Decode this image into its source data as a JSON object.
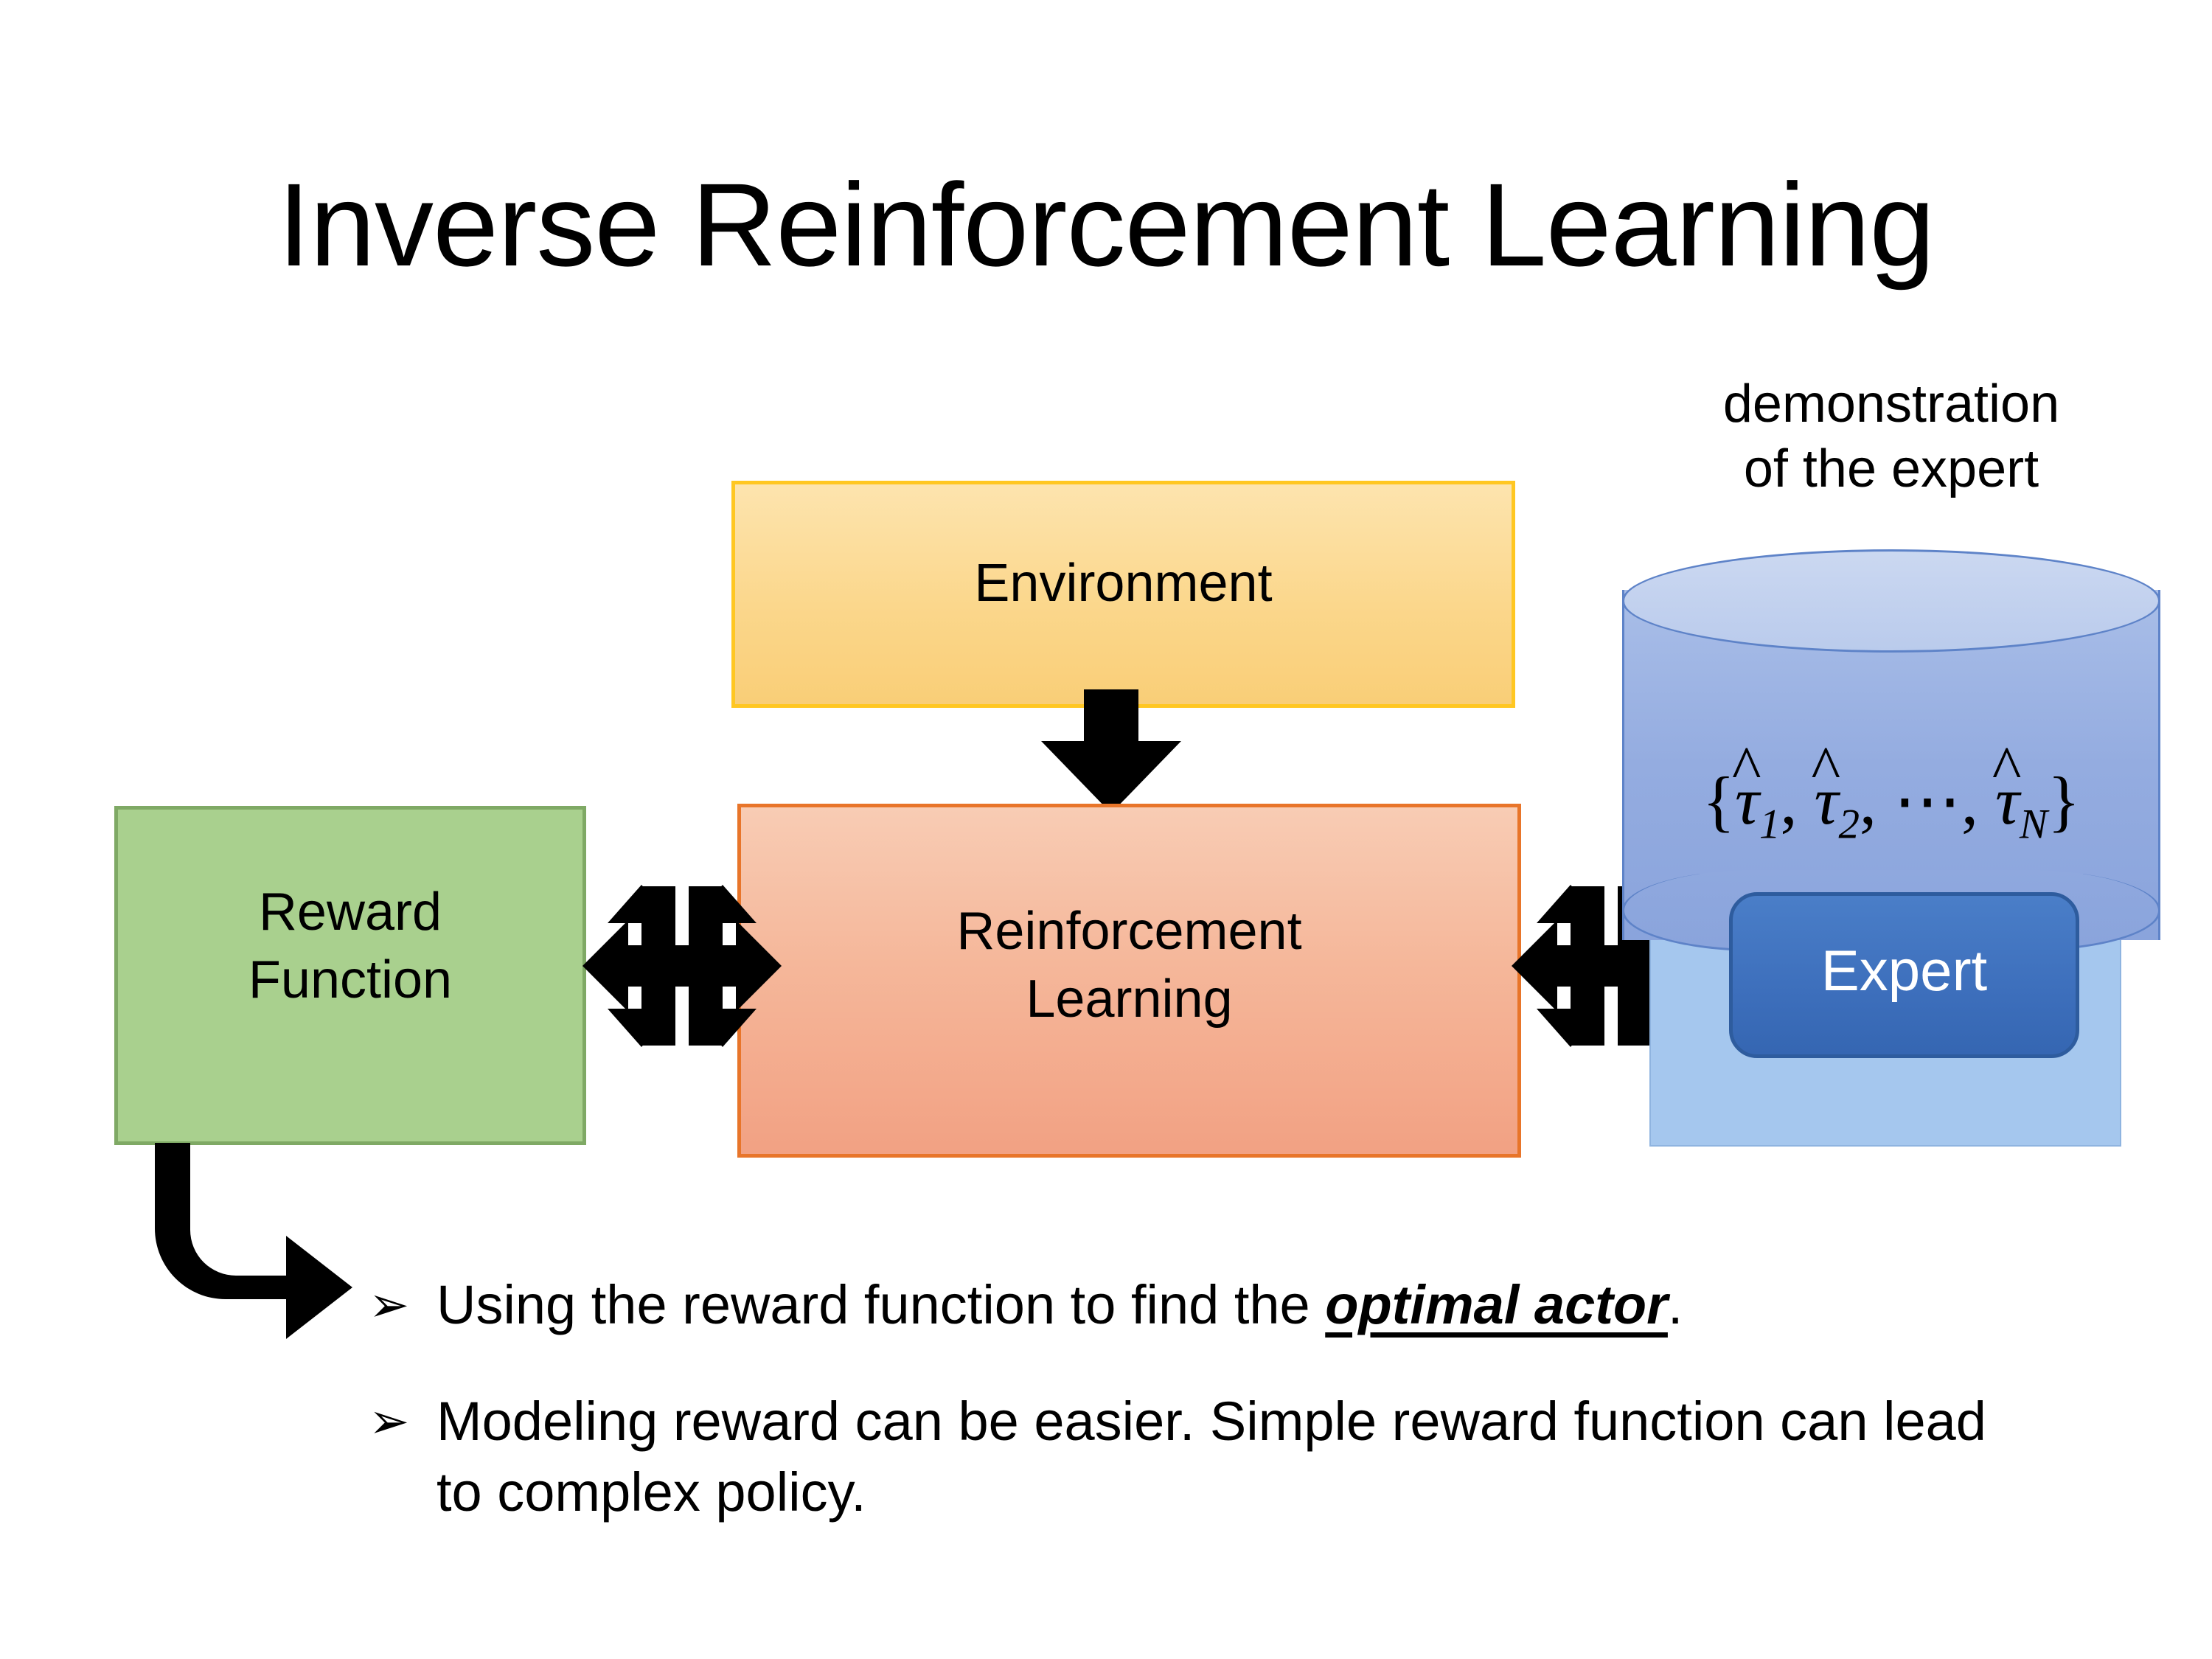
{
  "slide": {
    "title": "Inverse Reinforcement Learning",
    "background_color": "#FFFFFF"
  },
  "diagram": {
    "environment_box": {
      "label": "Environment",
      "fill_color": "#FBD78C",
      "border_color": "#FFC722"
    },
    "reinforcement_learning_box": {
      "label_line1": "Reinforcement",
      "label_line2": "Learning",
      "fill_color": "#F5B79A",
      "border_color": "#E8752A"
    },
    "reward_function_box": {
      "label_line1": "Reward",
      "label_line2": "Function",
      "fill_color": "#A9D08E",
      "border_color": "#7FA965"
    },
    "expert_group": {
      "caption_line1": "demonstration",
      "caption_line2": "of the expert",
      "backing_color": "#A5C7EE",
      "cylinder_color": "#94ACE0",
      "cylinder_top_color": "#BACBEC",
      "cylinder_contents": {
        "open_brace": "{",
        "tau_symbol": "τ",
        "hat": "^",
        "sub1": "1",
        "sub2": "2",
        "subN": "N",
        "comma": ",",
        "ellipsis": "⋯",
        "close_brace": "}"
      },
      "expert_chip": {
        "label": "Expert",
        "fill_color": "#3D6FBC",
        "border_color": "#2E5C9E",
        "text_color": "#FFFFFF"
      }
    },
    "arrows": {
      "environment_to_rl": "down-arrow",
      "reward_to_rl": "four-way-arrow",
      "rl_to_expert": "four-way-arrow",
      "reward_to_bullets": "elbow-arrow",
      "color": "#000000"
    }
  },
  "bullets": [
    {
      "marker": "➢",
      "text_before": "Using the reward function to find the ",
      "emphasis": "optimal actor",
      "text_after": "."
    },
    {
      "marker": "➢",
      "text_before": "Modeling reward can be easier. Simple reward function can lead to complex policy.",
      "emphasis": "",
      "text_after": ""
    }
  ]
}
